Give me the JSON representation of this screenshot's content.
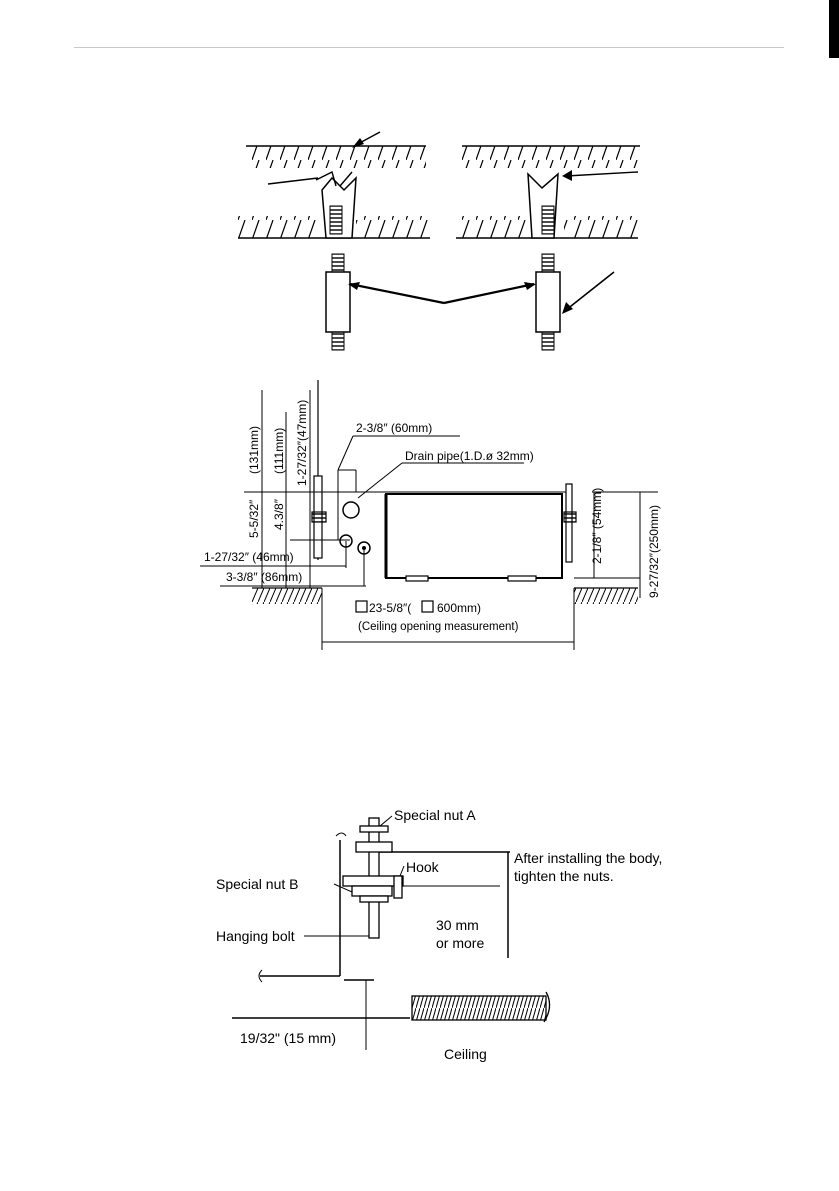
{
  "fig2": {
    "dims": {
      "d131": "(131mm)",
      "d111": "(111mm)",
      "d1_27_47": "1-27/32″(47mm)",
      "d2_3_8": "2-3/8″ (60mm)",
      "drain": "Drain pipe(1.D.ø 32mm)",
      "d5_5_32": "5-5/32″",
      "d4_3_8": "4.3/8″",
      "d2_1_8": "2-1/8″ (54mm)",
      "d9_27": "9-27/32″(250mm)",
      "d1_27_46": "1-27/32″ (46mm)",
      "d3_3_8": "3-3/8″ (86mm)",
      "opening_a": "23-5/8″(",
      "opening_b": "600mm)",
      "opening_caption": "(Ceiling opening measurement)"
    }
  },
  "fig3": {
    "special_nut_a": "Special nut  A",
    "hook": "Hook",
    "after_line1": "After installing the body,",
    "after_line2": "tighten the nuts.",
    "special_nut_b": "Special nut B",
    "hanging_bolt": "Hanging bolt",
    "gap_line1": "30 mm",
    "gap_line2": "or  more",
    "d19_32": "19/32\"  (15 mm)",
    "ceiling": "Ceiling"
  }
}
